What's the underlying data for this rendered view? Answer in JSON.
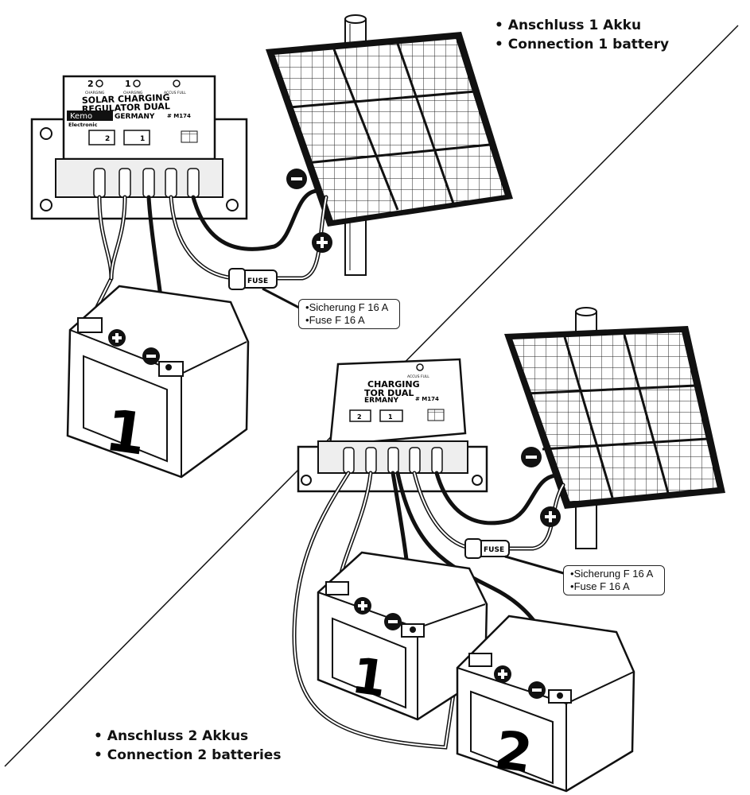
{
  "captions": {
    "top": [
      "Anschluss 1 Akku",
      "Connection 1 battery"
    ],
    "bottom": [
      "Anschluss 2 Akkus",
      "Connection 2 batteries"
    ]
  },
  "fuse_callout": {
    "top": [
      "Sicherung F 16 A",
      "Fuse F 16 A"
    ],
    "bottom": [
      "Sicherung F 16 A",
      "Fuse F 16 A"
    ]
  },
  "regulator": {
    "title_line1": "SOLAR CHARGING",
    "title_line2": "REGULATOR DUAL",
    "brand": "Kemo",
    "brand_sub": "Electronic",
    "country": "GERMANY",
    "model": "# M174",
    "led_labels": [
      "2",
      "1"
    ],
    "led_sub": [
      "CHARGING",
      "CHARGING",
      "ACCUS FULL"
    ],
    "port_labels": [
      "2",
      "1"
    ],
    "bottom_title_line1": "CHARGING",
    "bottom_title_line2": "TOR DUAL",
    "bottom_country": "ERMANY",
    "bottom_led_label": "ACCUS FULL"
  },
  "fuse_label": "FUSE",
  "polarity": {
    "plus": "+",
    "minus": "−"
  },
  "battery_labels": {
    "first": "1",
    "second": "2"
  }
}
